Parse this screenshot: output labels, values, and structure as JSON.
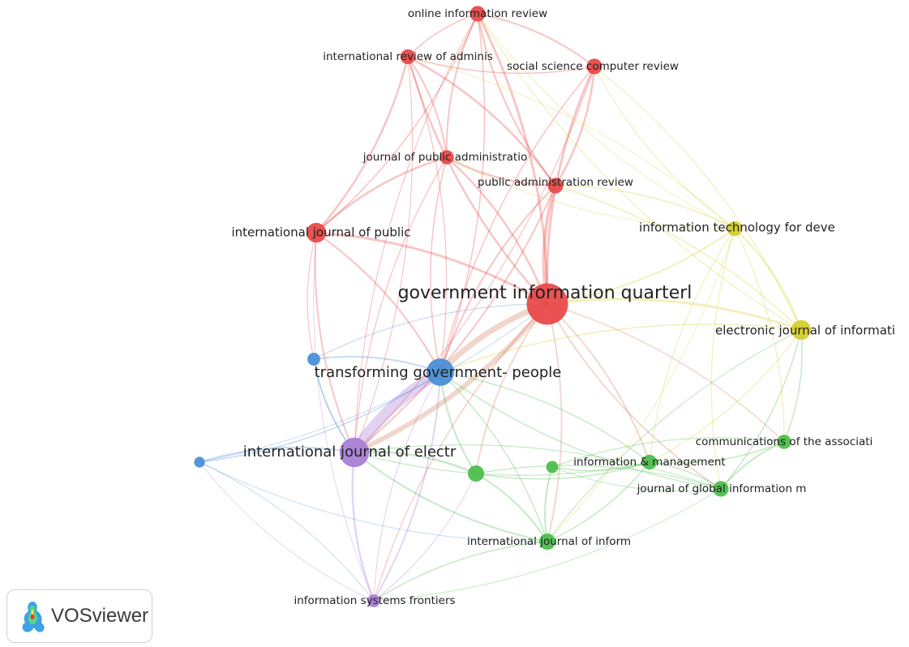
{
  "network": {
    "nodes": [
      {
        "id": "giq",
        "label": "government information quarterl",
        "cluster": "red",
        "weight": 5,
        "labelSize": "xl"
      },
      {
        "id": "oir",
        "label": "online information review",
        "cluster": "red",
        "weight": 1.3,
        "labelSize": "s"
      },
      {
        "id": "irad",
        "label": "international review of adminis",
        "cluster": "red",
        "weight": 1.2,
        "labelSize": "s"
      },
      {
        "id": "sscr",
        "label": "social science computer review",
        "cluster": "red",
        "weight": 1.3,
        "labelSize": "s"
      },
      {
        "id": "jpa",
        "label": "journal of public administratio",
        "cluster": "red",
        "weight": 1.1,
        "labelSize": "s"
      },
      {
        "id": "par",
        "label": "public administration review",
        "cluster": "red",
        "weight": 1.3,
        "labelSize": "s"
      },
      {
        "id": "ijp",
        "label": "international journal of public",
        "cluster": "red",
        "weight": 1.9,
        "labelSize": "m"
      },
      {
        "id": "itd",
        "label": "information technology for deve",
        "cluster": "yellow",
        "weight": 1.2,
        "labelSize": "m"
      },
      {
        "id": "eji",
        "label": "electronic journal of informati",
        "cluster": "yellow",
        "weight": 1.9,
        "labelSize": "m"
      },
      {
        "id": "tgp",
        "label": "transforming government- people",
        "cluster": "blue",
        "weight": 3,
        "labelSize": "l"
      },
      {
        "id": "b1",
        "label": "",
        "cluster": "blue",
        "weight": 0.9,
        "labelSize": "s"
      },
      {
        "id": "b2",
        "label": "",
        "cluster": "blue",
        "weight": 0.6,
        "labelSize": "s"
      },
      {
        "id": "ije",
        "label": "international journal of electr",
        "cluster": "purple",
        "weight": 3.3,
        "labelSize": "l"
      },
      {
        "id": "isf",
        "label": "information systems frontiers",
        "cluster": "purple",
        "weight": 0.9,
        "labelSize": "s"
      },
      {
        "id": "g1",
        "label": "",
        "cluster": "green",
        "weight": 1.4,
        "labelSize": "s"
      },
      {
        "id": "g2",
        "label": "",
        "cluster": "green",
        "weight": 0.8,
        "labelSize": "s"
      },
      {
        "id": "im",
        "label": "information & management",
        "cluster": "green",
        "weight": 1.2,
        "labelSize": "s"
      },
      {
        "id": "cas",
        "label": "communications of the associati",
        "cluster": "green",
        "weight": 1.1,
        "labelSize": "s"
      },
      {
        "id": "jgim",
        "label": "journal of global information m",
        "cluster": "green",
        "weight": 1.3,
        "labelSize": "s"
      },
      {
        "id": "iji",
        "label": "international journal of inform",
        "cluster": "green",
        "weight": 1.4,
        "labelSize": "s"
      }
    ],
    "cluster_colors": {
      "red": "#e84a4a",
      "yellow": "#d4cf2e",
      "blue": "#4a8fd6",
      "purple": "#a97fd6",
      "green": "#4cbf4c"
    }
  },
  "brand": {
    "name": "VOSviewer",
    "icon": "vosviewer-logo-icon"
  }
}
